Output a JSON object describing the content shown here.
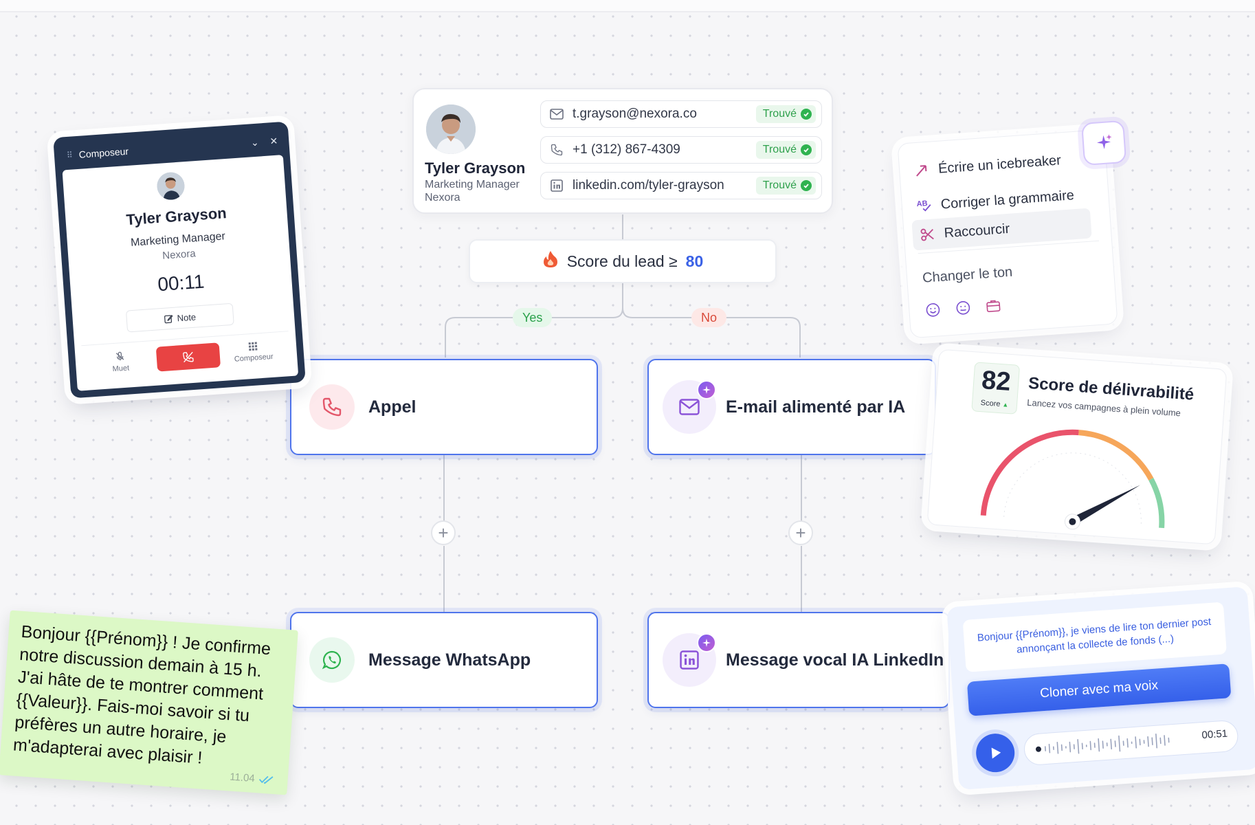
{
  "contact": {
    "name": "Tyler Grayson",
    "role": "Marketing Manager",
    "company": "Nexora",
    "rows": [
      {
        "icon": "mail-icon",
        "value": "t.grayson@nexora.co",
        "status": "Trouvé"
      },
      {
        "icon": "phone-icon",
        "value": "+1 (312) 867-4309",
        "status": "Trouvé"
      },
      {
        "icon": "linkedin-icon",
        "value": "linkedin.com/tyler-grayson",
        "status": "Trouvé"
      }
    ]
  },
  "condition": {
    "label": "Score du lead ≥",
    "value": "80",
    "icon": "fire-icon",
    "yes_label": "Yes",
    "no_label": "No"
  },
  "steps": {
    "call": "Appel",
    "ai_email": "E-mail alimenté par IA",
    "whatsapp": "Message WhatsApp",
    "linkedin_voice": "Message vocal IA LinkedIn"
  },
  "dialer": {
    "title": "Composeur",
    "name": "Tyler Grayson",
    "role": "Marketing Manager",
    "company": "Nexora",
    "timer": "00:11",
    "note_label": "Note",
    "mute_label": "Muet",
    "keypad_label": "Composeur"
  },
  "ai_menu": {
    "items": [
      "Écrire un icebreaker",
      "Corriger la grammaire",
      "Raccourcir"
    ],
    "change_tone": "Changer le ton"
  },
  "deliverability": {
    "score": "82",
    "score_label": "Score",
    "title": "Score de délivrabilité",
    "subtitle": "Lancez vos campagnes à plein volume",
    "gauge_value": 0.82,
    "colors": {
      "low": "#e9536b",
      "mid": "#f6a65a",
      "high": "#86d4a6"
    }
  },
  "whatsapp_message": {
    "text": "Bonjour {{Prénom}} ! Je confirme notre discussion demain à 15 h. J'ai hâte de te montrer comment {{Valeur}}. Fais-moi savoir si tu préfères un autre horaire, je m'adapterai avec plaisir !",
    "time": "11.04"
  },
  "voice_clone": {
    "message": "Bonjour {{Prénom}}, je viens de lire ton dernier post annonçant la collecte de fonds (...)",
    "button": "Cloner avec ma voix",
    "duration": "00:51"
  },
  "colors": {
    "accent": "#4f74ec",
    "success": "#2fb350",
    "danger": "#e84343",
    "whatsapp_bubble": "#dcf8c6"
  }
}
